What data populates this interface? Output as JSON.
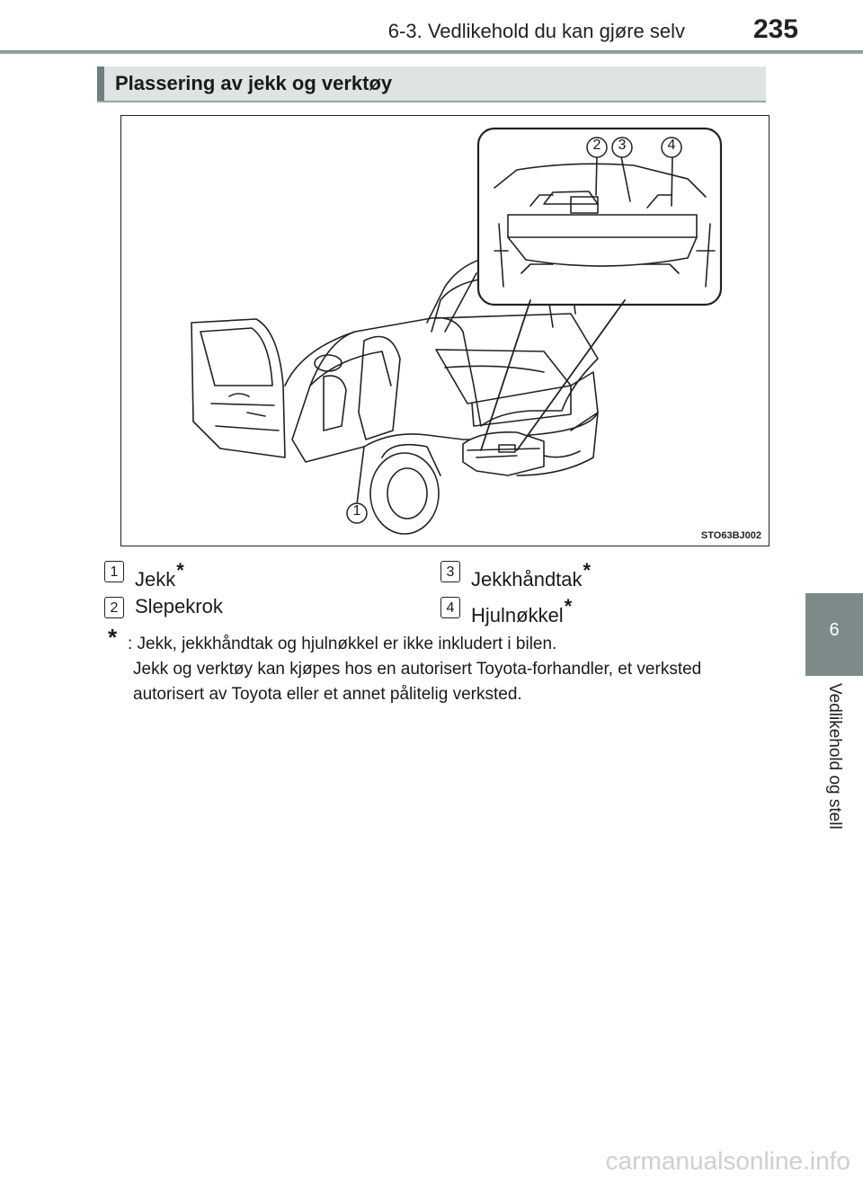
{
  "header": {
    "chapter_title": "6-3. Vedlikehold du kan gjøre selv",
    "page_number": "235"
  },
  "section": {
    "title": "Plassering av jekk og verktøy"
  },
  "figure": {
    "code": "STO63BJ002",
    "callouts": [
      "1",
      "2",
      "3",
      "4"
    ]
  },
  "legend": [
    {
      "number": "1",
      "label": "Jekk",
      "asterisk": "*"
    },
    {
      "number": "2",
      "label": "Slepekrok",
      "asterisk": ""
    },
    {
      "number": "3",
      "label": "Jekkhåndtak",
      "asterisk": "*"
    },
    {
      "number": "4",
      "label": "Hjulnøkkel",
      "asterisk": "*"
    }
  ],
  "note": {
    "marker": "*",
    "line1": ": Jekk, jekkhåndtak og hjulnøkkel er ikke inkludert i bilen.",
    "line2": "Jekk og verktøy kan kjøpes hos en autorisert Toyota-forhandler, et verksted",
    "line3": "autorisert av Toyota eller et annet pålitelig verksted."
  },
  "side_tab": {
    "number": "6",
    "label": "Vedlikehold og stell"
  },
  "watermark": "carmanualsonline.info"
}
